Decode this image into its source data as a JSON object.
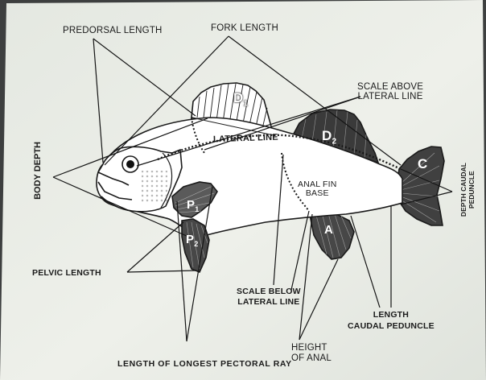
{
  "labels": {
    "predorsal_length": "PREDORSAL LENGTH",
    "fork_length": "FORK LENGTH",
    "scale_above_lateral_line": [
      "SCALE ABOVE",
      "LATERAL LINE"
    ],
    "lateral_line": "LATERAL LINE",
    "body_depth": "BODY DEPTH",
    "anal_fin_base": [
      "ANAL FIN",
      "BASE"
    ],
    "depth_caudal_peduncle": [
      "DEPTH CAUDAL",
      "PEDUNCLE"
    ],
    "pelvic_length": "PELVIC LENGTH",
    "scale_below_lateral_line": [
      "SCALE BELOW",
      "LATERAL LINE"
    ],
    "length_caudal_peduncle": [
      "LENGTH",
      "CAUDAL PEDUNCLE"
    ],
    "height_of_anal": [
      "HEIGHT",
      "OF ANAL"
    ],
    "length_longest_pectoral_ray": "LENGTH OF LONGEST PECTORAL RAY"
  },
  "fin_labels": {
    "first_dorsal": "D",
    "first_dorsal_sub": "1",
    "second_dorsal": "D",
    "second_dorsal_sub": "2",
    "caudal": "C",
    "pectoral": "P",
    "pectoral_sub": "1",
    "pelvic": "P",
    "pelvic_sub": "2",
    "anal": "A"
  }
}
